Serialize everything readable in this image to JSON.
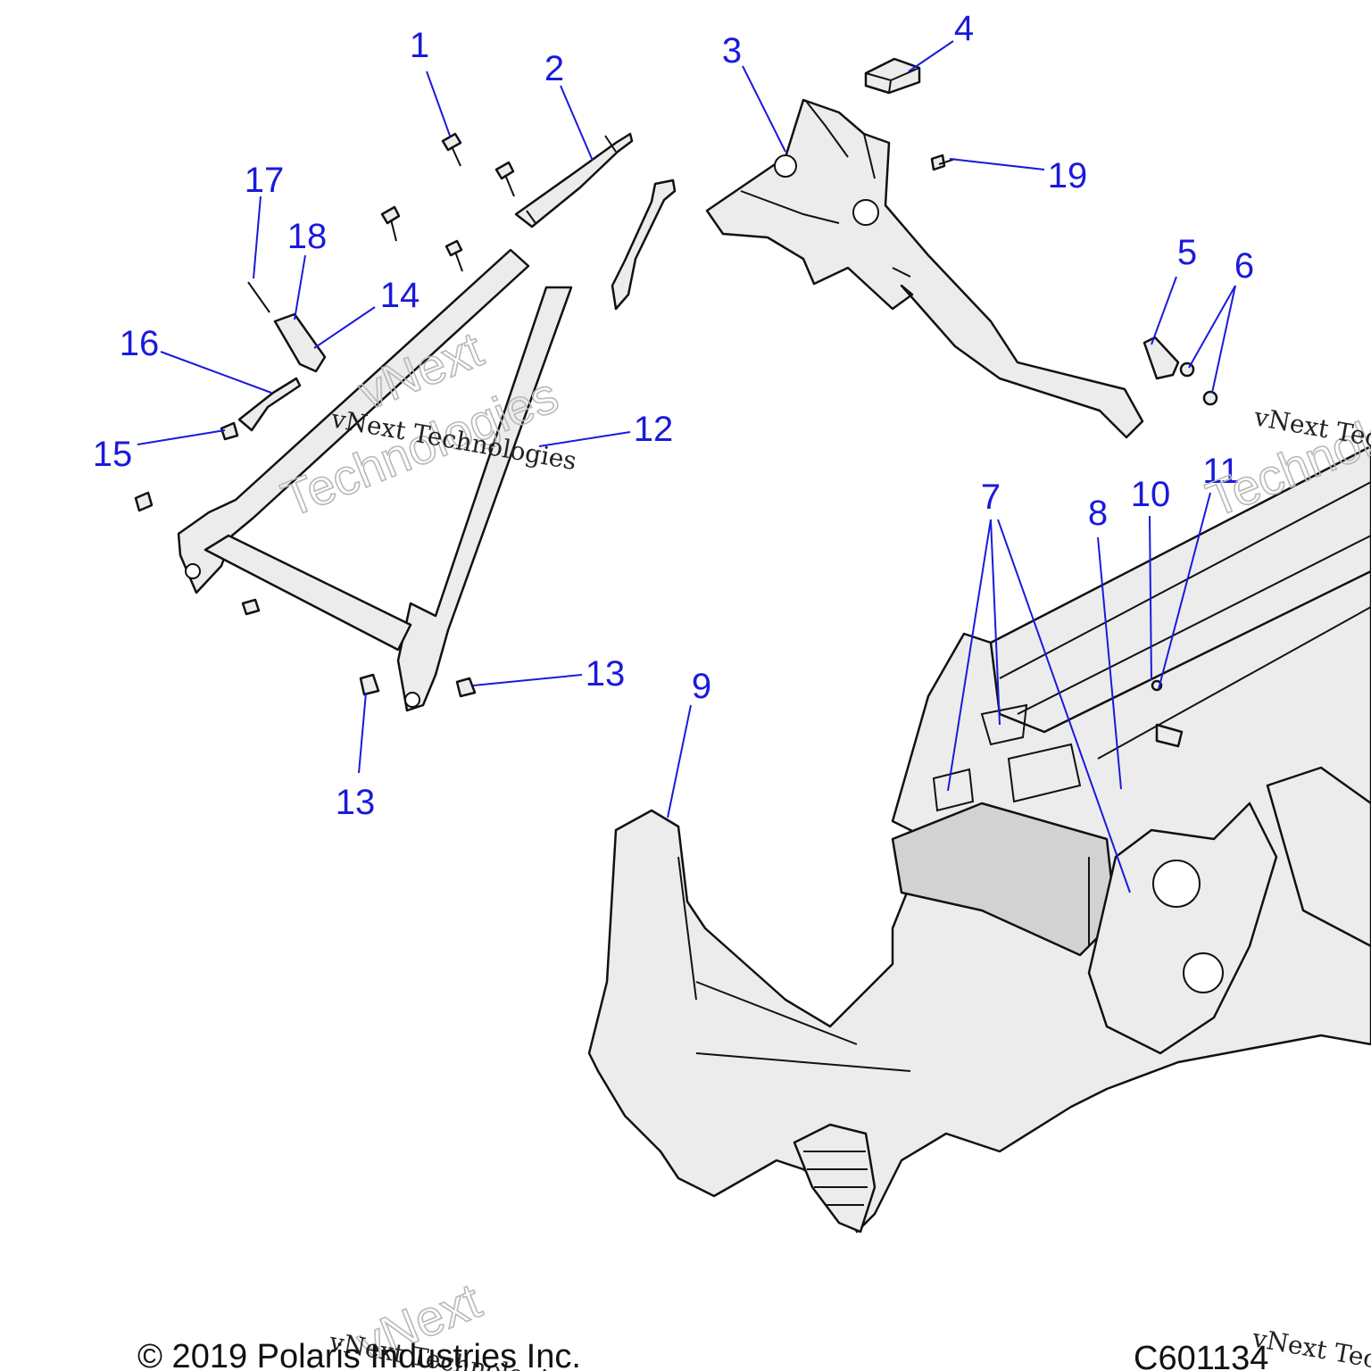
{
  "callouts": [
    {
      "id": "1",
      "label": "1"
    },
    {
      "id": "2",
      "label": "2"
    },
    {
      "id": "3",
      "label": "3"
    },
    {
      "id": "4",
      "label": "4"
    },
    {
      "id": "5",
      "label": "5"
    },
    {
      "id": "6",
      "label": "6"
    },
    {
      "id": "7",
      "label": "7"
    },
    {
      "id": "8",
      "label": "8"
    },
    {
      "id": "9",
      "label": "9"
    },
    {
      "id": "10",
      "label": "10"
    },
    {
      "id": "11",
      "label": "11"
    },
    {
      "id": "12",
      "label": "12"
    },
    {
      "id": "13a",
      "label": "13"
    },
    {
      "id": "13b",
      "label": "13"
    },
    {
      "id": "14",
      "label": "14"
    },
    {
      "id": "15",
      "label": "15"
    },
    {
      "id": "16",
      "label": "16"
    },
    {
      "id": "17",
      "label": "17"
    },
    {
      "id": "18",
      "label": "18"
    },
    {
      "id": "19",
      "label": "19"
    }
  ],
  "watermark": {
    "text": "vNext Technologies",
    "word1": "vNext",
    "word2": "Technologies"
  },
  "footer": {
    "copyright": "© 2019 Polaris Industries Inc.",
    "drawing_number": "C601134"
  },
  "colors": {
    "callout": "#1a1adc",
    "line_art": "#111111",
    "part_fill": "#ececec"
  }
}
